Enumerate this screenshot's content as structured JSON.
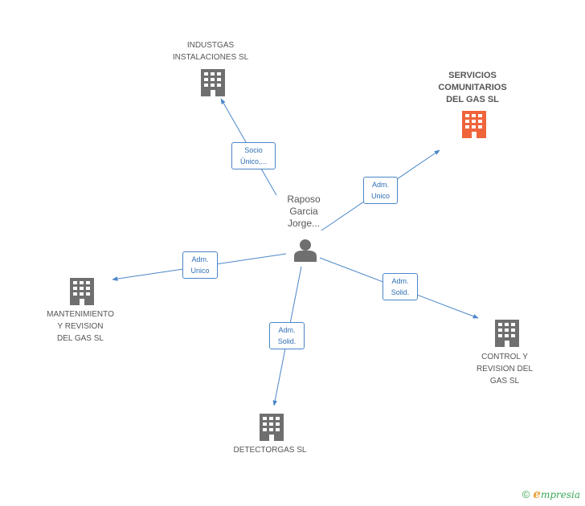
{
  "center": {
    "name_lines": [
      "Raposo",
      "Garcia",
      "Jorge..."
    ],
    "icon": "person-icon"
  },
  "companies": [
    {
      "key": "industgas",
      "lines": [
        "INDUSTGAS",
        "INSTALACIONES SL"
      ],
      "icon": "building-icon",
      "highlight": false
    },
    {
      "key": "servicios",
      "lines": [
        "SERVICIOS",
        "COMUNITARIOS",
        "DEL GAS SL"
      ],
      "icon": "building-icon",
      "highlight": true
    },
    {
      "key": "mantenimiento",
      "lines": [
        "MANTENIMIENTO",
        "Y REVISION",
        "DEL GAS SL"
      ],
      "icon": "building-icon",
      "highlight": false
    },
    {
      "key": "control",
      "lines": [
        "CONTROL Y",
        "REVISION DEL",
        "GAS SL"
      ],
      "icon": "building-icon",
      "highlight": false
    },
    {
      "key": "detectorgas",
      "lines": [
        "DETECTORGAS SL"
      ],
      "icon": "building-icon",
      "highlight": false
    }
  ],
  "edges": [
    {
      "to": "industgas",
      "lines": [
        "Socio",
        "Único,..."
      ]
    },
    {
      "to": "servicios",
      "lines": [
        "Adm.",
        "Unico"
      ]
    },
    {
      "to": "mantenimiento",
      "lines": [
        "Adm.",
        "Unico"
      ]
    },
    {
      "to": "control",
      "lines": [
        "Adm.",
        "Solid."
      ]
    },
    {
      "to": "detectorgas",
      "lines": [
        "Adm.",
        "Solid."
      ]
    }
  ],
  "colors": {
    "line": "#4a86c8",
    "building": "#6f6f6f",
    "building_highlight": "#f0643c",
    "person": "#6f6f6f"
  },
  "footer": {
    "copyright": "©",
    "brand_initial": "e",
    "brand_rest": "mpresia"
  }
}
